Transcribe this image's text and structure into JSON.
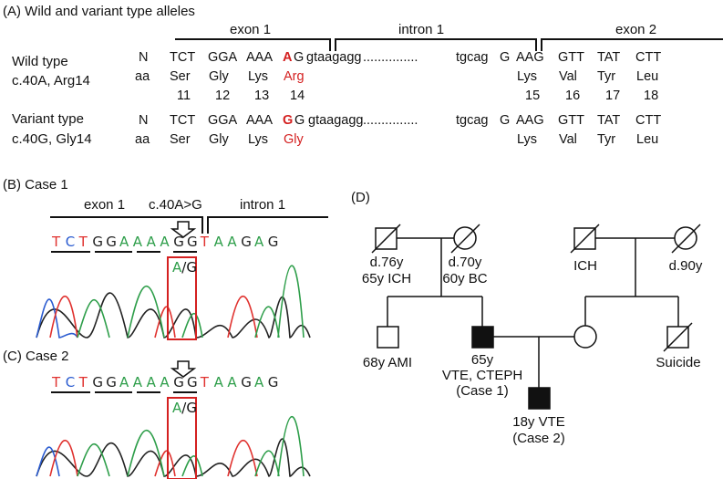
{
  "panel_a": {
    "title": "(A) Wild and variant type alleles",
    "region_exon1": "exon 1",
    "region_intron1": "intron 1",
    "region_exon2": "exon 2",
    "wild": {
      "label1": "Wild type",
      "label2": "c.40A, Arg14",
      "nt": "N",
      "aa": "aa",
      "codons": [
        "TCT",
        "GGA",
        "AAA"
      ],
      "mut_base": "A",
      "codon_tail": "G",
      "intron_start": "gtaagagg",
      "dots": "...............",
      "intron_end": "tgcag",
      "split_g": "G",
      "exon2_first": "AAG",
      "exon2_codons": [
        "GTT",
        "TAT",
        "CTT"
      ],
      "aa_left": [
        "Ser",
        "Gly",
        "Lys"
      ],
      "aa_mut": "Arg",
      "aa_right": [
        "Lys",
        "Val",
        "Tyr",
        "Leu"
      ],
      "positions_left": [
        "11",
        "12",
        "13",
        "14"
      ],
      "positions_right": [
        "15",
        "16",
        "17",
        "18"
      ]
    },
    "variant": {
      "label1": "Variant type",
      "label2": "c.40G, Gly14",
      "nt": "N",
      "aa": "aa",
      "codons": [
        "TCT",
        "GGA",
        "AAA"
      ],
      "mut_base": "G",
      "codon_tail": "G",
      "intron_start": "gtaagagg",
      "dots": "...............",
      "intron_end": "tgcag",
      "split_g": "G",
      "exon2_first": "AAG",
      "exon2_codons": [
        "GTT",
        "TAT",
        "CTT"
      ],
      "aa_left": [
        "Ser",
        "Gly",
        "Lys"
      ],
      "aa_mut": "Gly",
      "aa_right": [
        "Lys",
        "Val",
        "Tyr",
        "Leu"
      ]
    }
  },
  "panel_b": {
    "title": "(B) Case 1",
    "exon": "exon 1",
    "mutation": "c.40A>G",
    "intron": "intron 1",
    "bases": [
      "T",
      "C",
      "T",
      "G",
      "G",
      "A",
      "A",
      "A",
      "A",
      "G",
      "G",
      "T",
      "A",
      "A",
      "G",
      "A",
      "G"
    ],
    "call_a": "A",
    "call_sep": "/G"
  },
  "panel_c": {
    "title": "(C) Case 2",
    "bases": [
      "T",
      "C",
      "T",
      "G",
      "G",
      "A",
      "A",
      "A",
      "A",
      "G",
      "G",
      "T",
      "A",
      "A",
      "G",
      "A",
      "G"
    ],
    "call_a": "A",
    "call_sep": "/G"
  },
  "panel_d": {
    "title": "(D)",
    "grandfather_paternal": [
      "d.76y",
      "65y ICH"
    ],
    "grandmother_paternal": [
      "d.70y",
      "60y BC"
    ],
    "grandfather_maternal": [
      "ICH"
    ],
    "grandmother_maternal": [
      "d.90y"
    ],
    "uncle": [
      "68y AMI"
    ],
    "proband_father": [
      "65y",
      "VTE, CTEPH",
      "(Case 1)"
    ],
    "maternal_uncle": [
      "Suicide"
    ],
    "child": [
      "18y VTE",
      "(Case 2)"
    ]
  },
  "colors": {
    "mutation_red": "#d42020",
    "highlight_box": "#d42020",
    "base_A": "#2e9e4a",
    "base_C": "#2a5bd0",
    "base_G": "#222222",
    "base_T": "#e0322f"
  }
}
